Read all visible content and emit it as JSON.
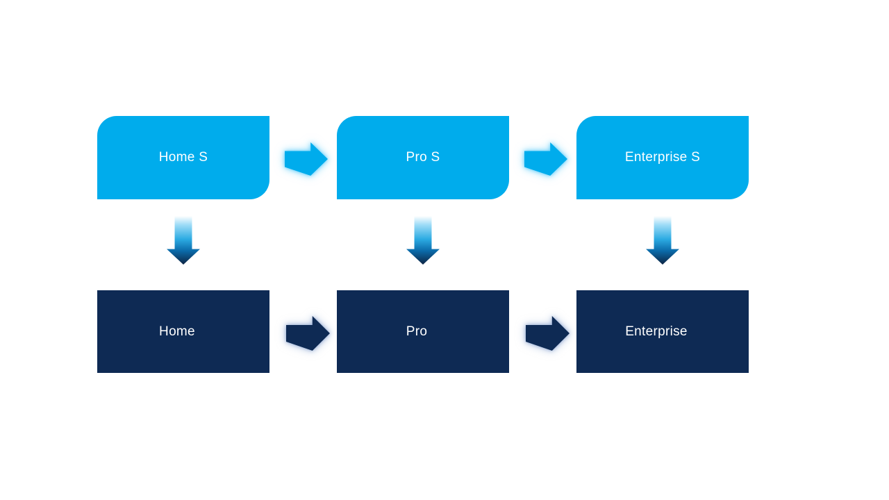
{
  "canvas": {
    "background": "#FFFFFF"
  },
  "diagram": {
    "top_row": {
      "fill": "#00ACEC",
      "text_color": "#FFFFFF",
      "corner_style": "rounded-diagonal (top-left, bottom-right)",
      "items": [
        {
          "label": "Home S"
        },
        {
          "label": "Pro S"
        },
        {
          "label": "Enterprise S"
        }
      ]
    },
    "bottom_row": {
      "fill": "#0E2A54",
      "text_color": "#FFFFFF",
      "corner_style": "square",
      "items": [
        {
          "label": "Home"
        },
        {
          "label": "Pro"
        },
        {
          "label": "Enterprise"
        }
      ]
    },
    "connections": {
      "top_right_arrows": [
        {
          "from": "Home S",
          "to": "Pro S"
        },
        {
          "from": "Pro S",
          "to": "Enterprise S"
        }
      ],
      "bottom_right_arrows": [
        {
          "from": "Home",
          "to": "Pro"
        },
        {
          "from": "Pro",
          "to": "Enterprise"
        }
      ],
      "down_arrows": [
        {
          "from": "Home S",
          "to": "Home"
        },
        {
          "from": "Pro S",
          "to": "Pro"
        },
        {
          "from": "Enterprise S",
          "to": "Enterprise"
        }
      ],
      "top_arrow_color": "#00ACEC",
      "top_arrow_glow": "#50C8FA",
      "bottom_arrow_color": "#0E2A54",
      "bottom_arrow_glow": "#829ECD",
      "down_arrow_gradient": [
        "#FFFFFF",
        "#9FDCF7",
        "#2BAAE2",
        "#0B6AA9",
        "#0D2443"
      ]
    }
  }
}
